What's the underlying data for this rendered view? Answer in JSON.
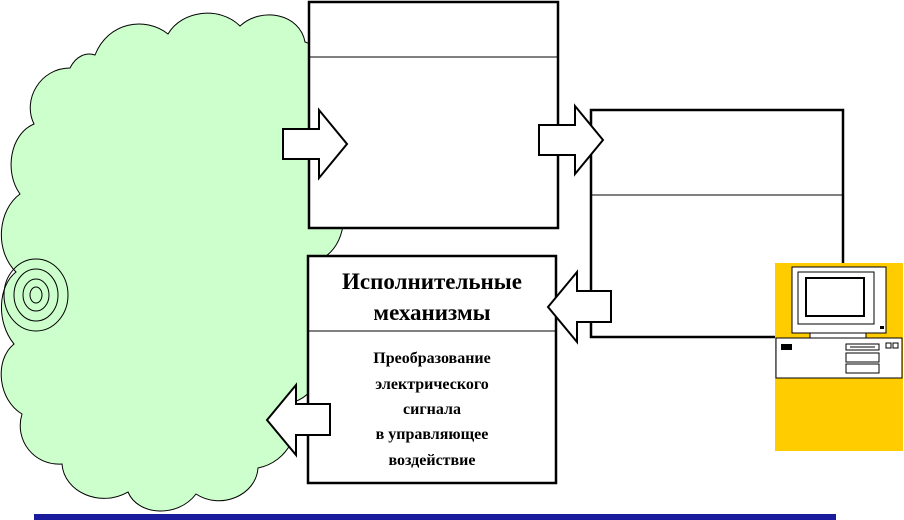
{
  "actuators": {
    "title_line1": "Исполнительные",
    "title_line2": "механизмы",
    "desc_lines": [
      "Преобразование",
      "электрического",
      "сигнала",
      "в управляющее",
      "воздействие"
    ]
  },
  "colors": {
    "cloud_fill": "#ccffcc",
    "cloud_stroke": "#000000",
    "computer_base": "#ffcc00",
    "footer_line": "#1a1a9c",
    "outline": "#000000",
    "background": "#ffffff"
  },
  "icons": {
    "environment": "cloud-shape",
    "computer": "desktop-computer-icon"
  }
}
